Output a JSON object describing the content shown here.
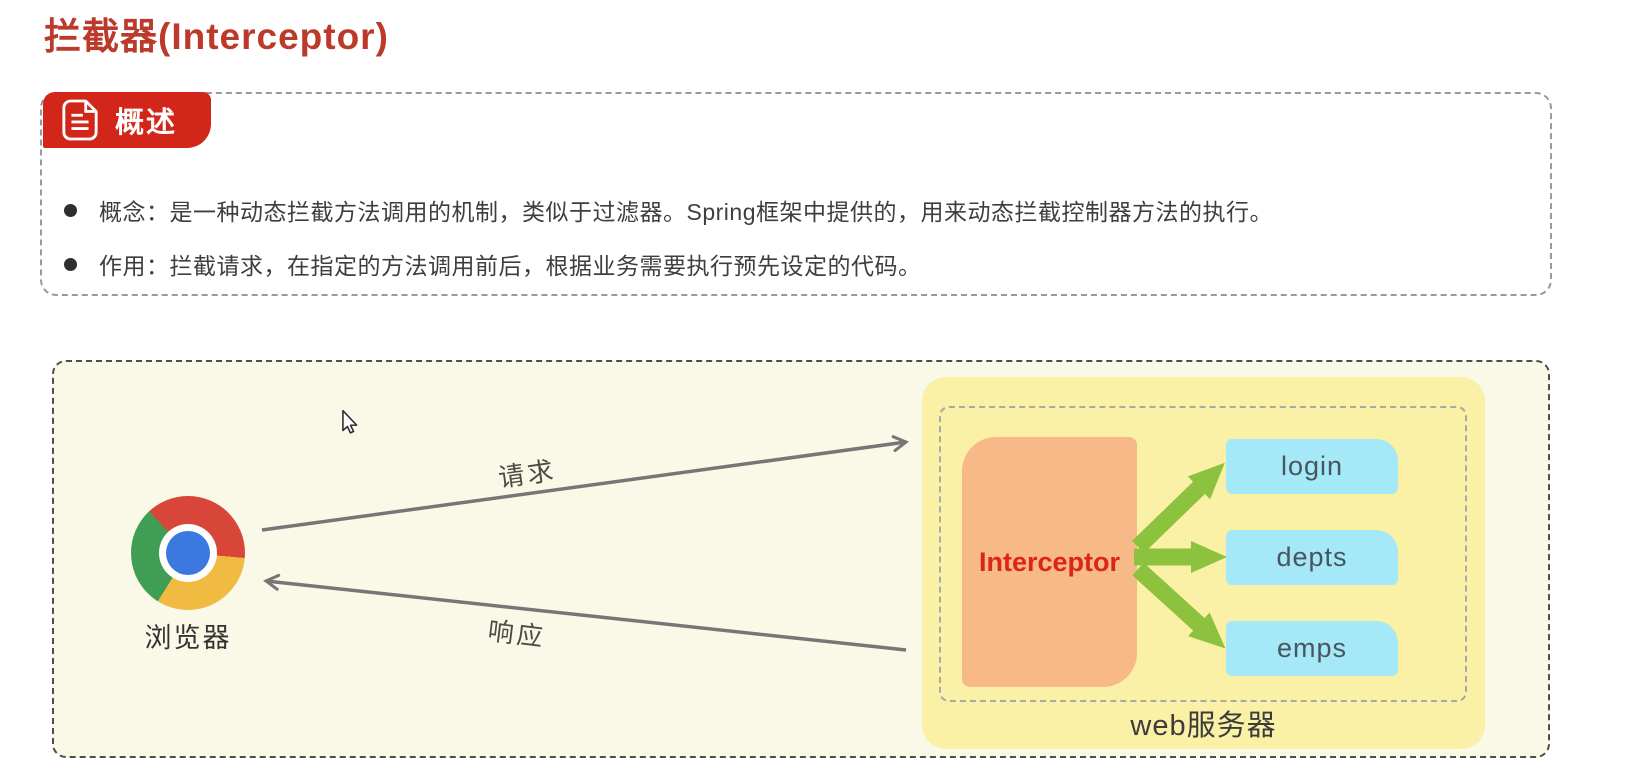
{
  "title": "拦截器(Interceptor)",
  "overview": {
    "badge": "概述",
    "bullets": [
      "概念：是一种动态拦截方法调用的机制，类似于过滤器。Spring框架中提供的，用来动态拦截控制器方法的执行。",
      "作用：拦截请求，在指定的方法调用前后，根据业务需要执行预先设定的代码。"
    ]
  },
  "diagram": {
    "browser_label": "浏览器",
    "request_label": "请求",
    "response_label": "响应",
    "server": {
      "label": "web服务器",
      "interceptor": "Interceptor",
      "handlers": [
        "login",
        "depts",
        "emps"
      ]
    }
  },
  "colors": {
    "title_red": "#BC3A2B",
    "badge_red": "#D2261B",
    "interceptor_text_red": "#DA2517",
    "interceptor_bg": "#F8B988",
    "server_bg": "#FAF0A6",
    "handler_bg": "#A5E8F8",
    "arrow_green": "#8CC23D",
    "arrow_gray": "#767676",
    "diagram_bg": "#FAF8E7",
    "chrome_red": "#D8463A",
    "chrome_yellow": "#F1BB41",
    "chrome_green": "#3F9E54",
    "chrome_blue": "#3B78DF"
  }
}
